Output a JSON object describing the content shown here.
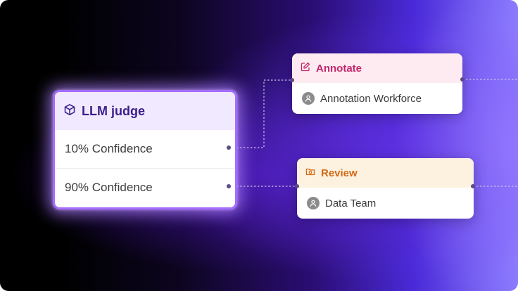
{
  "nodes": {
    "judge": {
      "title": "LLM judge",
      "icon": "cube-icon",
      "rows": [
        "10% Confidence",
        "90% Confidence"
      ]
    },
    "annotate": {
      "title": "Annotate",
      "icon": "edit-icon",
      "assignee": "Annotation Workforce",
      "accent": "#c4266b"
    },
    "review": {
      "title": "Review",
      "icon": "camera-folder-icon",
      "assignee": "Data Team",
      "accent": "#d36a1a"
    }
  },
  "colors": {
    "judge_border": "#a56cff",
    "judge_title": "#3a1d8c",
    "connector": "#c9c2ea"
  }
}
